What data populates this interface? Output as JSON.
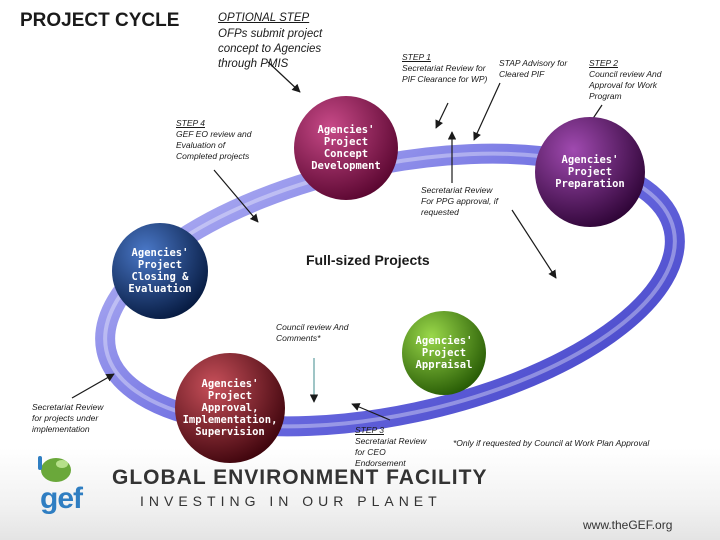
{
  "title": "PROJECT CYCLE",
  "center_label": "Full-sized Projects",
  "nodes": {
    "development": "Agencies'\nProject\nConcept\nDevelopment",
    "preparation": "Agencies'\nProject\nPreparation",
    "appraisal": "Agencies'\nProject\nAppraisal",
    "approval": "Agencies'\nProject\nApproval,\nImplementation,\nSupervision",
    "closing": "Agencies'\nProject\nClosing &\nEvaluation"
  },
  "annotations": {
    "optional_step_heading": "OPTIONAL STEP",
    "optional_step_text": "OFPs submit project concept to Agencies through PMIS",
    "step1_heading": "STEP 1",
    "step1_text": "Secretariat Review for PIF Clearance for WP)",
    "stap_text": "STAP Advisory for Cleared PIF",
    "step2_heading": "STEP 2",
    "step2_text": "Council review And Approval for Work Program",
    "step4_heading": "STEP 4",
    "step4_text": "GEF EO review and Evaluation of Completed projects",
    "ppg_text": "Secretariat Review For PPG approval, if requested",
    "council_comments_text": "Council review And Comments*",
    "step3_heading": "STEP 3",
    "step3_text": "Secretariat Review for CEO Endorsement",
    "implementation_text": "Secretariat Review for projects under implementation",
    "footnote": "*Only if requested by Council at Work Plan Approval"
  },
  "footer": {
    "logo_word": "gef",
    "org_name": "GLOBAL ENVIRONMENT FACILITY",
    "tagline": "INVESTING IN OUR PLANET",
    "website": "www.theGEF.org"
  },
  "colors": {
    "ring": "#5a5ad8",
    "ring_light": "#a8a8f0",
    "development": "#7a0a44",
    "preparation": "#4a0a52",
    "appraisal": "#3a7a0a",
    "approval": "#6a0a18",
    "closing": "#0a2a5a",
    "logo_blue": "#2f7ec2",
    "logo_green": "#6aa83a"
  }
}
